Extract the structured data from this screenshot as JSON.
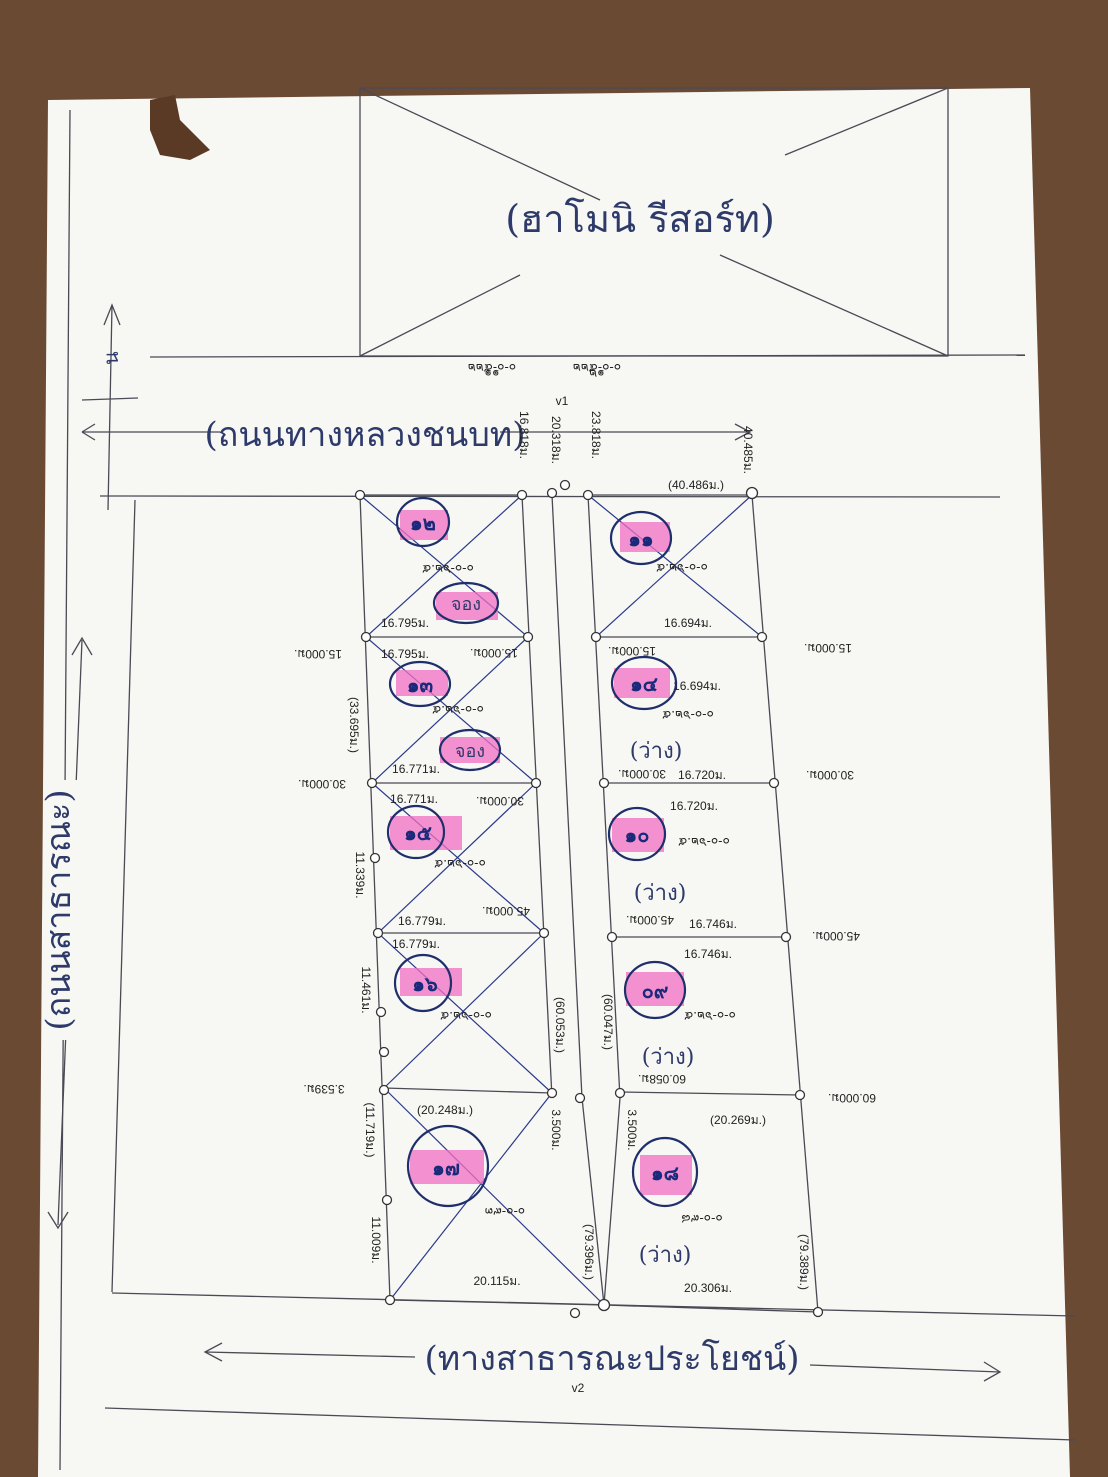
{
  "labels": {
    "resort": "(ฮาโมนิ รีสอร์ท)",
    "north_arrow": "น",
    "road_top": "(ถนนทางหลวงชนบท)",
    "road_left": "(ถนนสาธารณะ)",
    "road_bottom": "(ทางสาธารณะประโยชน์)",
    "v1": "v1",
    "v2": "v2"
  },
  "top_codes": {
    "left_a": "๑๑",
    "left_b": "๐-๐-๕๒๒",
    "right_a": "๑๒",
    "right_b": "๐-๐-๕๒๒"
  },
  "dims": {
    "d1": "16.818ม.",
    "d2": "20.318ม.",
    "d3": "23.818ม.",
    "d4": "40.485ม.",
    "d5": "(40.486ม.)",
    "d6": "16.795ม.",
    "d7": "16.694ม.",
    "d8": "15.000ม.",
    "d9": "15.000ม.",
    "d10": "15.000ม.",
    "d11": "16.795ม.",
    "d12": "15.000ม.",
    "d13": "15.000ม.",
    "d14": "16.694ม.",
    "d15": "(33.695ม.)",
    "d16": "16.771ม.",
    "d17": "30.000ม.",
    "d18": "30.000ม.",
    "d19": "16.720ม.",
    "d20": "30.000ม.",
    "d21": "16.771ม.",
    "d22": "30.000ม.",
    "d23": "16.720ม.",
    "d24": "11.339ม.",
    "d25": "16.779ม.",
    "d26": "45.000ม.",
    "d27": "45.000ม.",
    "d28": "16.746ม.",
    "d29": "45.000ม.",
    "d30": "16.779ม.",
    "d31": "16.746ม.",
    "d32": "11.461ม.",
    "d33": "(60.053ม.)",
    "d34": "(60.047ม.)",
    "d35": "3.539ม.",
    "d36": "60.058ม.",
    "d37": "60.000ม.",
    "d38": "(11.719ม.)",
    "d39": "(20.248ม.)",
    "d40": "3.500ม.",
    "d41": "3.500ม.",
    "d42": "(20.269ม.)",
    "d43": "11.009ม.",
    "d44": "(79.396ม.)",
    "d45": "(79.389ม.)",
    "d46": "20.115ม.",
    "d47": "20.306ม."
  },
  "plots": [
    {
      "num": "๑๒",
      "area": "๐-๐-๖๒.๕",
      "status": "จอง"
    },
    {
      "num": "๑๑",
      "area": "๐-๐-๖๒.๕",
      "status": ""
    },
    {
      "num": "๑๓",
      "area": "๐-๐-๖๒.๕",
      "status": "จอง"
    },
    {
      "num": "๑๔",
      "area": "๐-๐-๖๒.๕",
      "status": "(ว่าง)"
    },
    {
      "num": "๑๕",
      "area": "๐-๐-๖๒.๕",
      "status": ""
    },
    {
      "num": "๑๐",
      "area": "๐-๐-๖๒.๕",
      "status": "(ว่าง)"
    },
    {
      "num": "๑๖",
      "area": "๐-๐-๖๒.๕",
      "status": ""
    },
    {
      "num": "๐๙",
      "area": "๐-๐-๖๒.๕",
      "status": "(ว่าง)"
    },
    {
      "num": "๑๗",
      "area": "๐-๐-๙๓",
      "status": ""
    },
    {
      "num": "๑๘",
      "area": "๐-๐-๙๘",
      "status": "(ว่าง)"
    }
  ]
}
